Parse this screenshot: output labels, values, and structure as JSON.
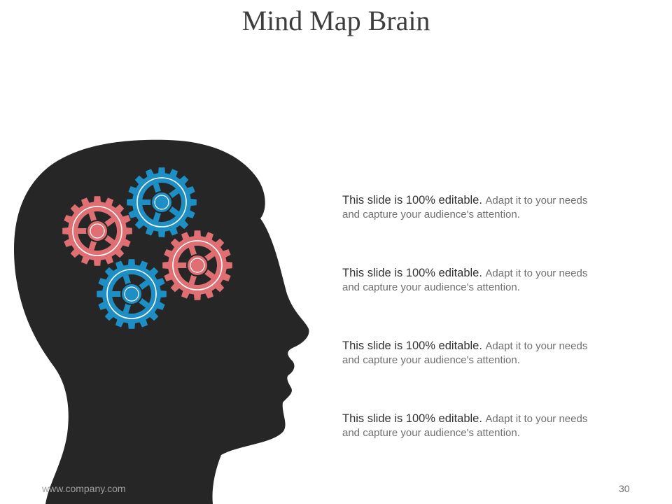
{
  "title": "Mind Map Brain",
  "colors": {
    "head": "#262626",
    "gear_red": "#e06f73",
    "gear_blue": "#1d8fc4",
    "background": "#ffffff"
  },
  "gears": [
    {
      "name": "gear-red-left",
      "color": "gear_red"
    },
    {
      "name": "gear-blue-top",
      "color": "gear_blue"
    },
    {
      "name": "gear-red-right",
      "color": "gear_red"
    },
    {
      "name": "gear-blue-bottom",
      "color": "gear_blue"
    }
  ],
  "items": [
    {
      "lead": "This slide is 100% editable.",
      "rest_line1": "Adapt it to your needs",
      "rest_line2": "and capture your audience's attention."
    },
    {
      "lead": "This slide is 100% editable.",
      "rest_line1": "Adapt it to your needs",
      "rest_line2": "and capture your audience's attention."
    },
    {
      "lead": "This slide is 100% editable.",
      "rest_line1": "Adapt it to your needs",
      "rest_line2": "and capture your audience's attention."
    },
    {
      "lead": "This slide is 100% editable.",
      "rest_line1": "Adapt it to your needs",
      "rest_line2": "and capture your audience's attention."
    }
  ],
  "footer": {
    "url": "www.company.com",
    "page_number": "30"
  }
}
